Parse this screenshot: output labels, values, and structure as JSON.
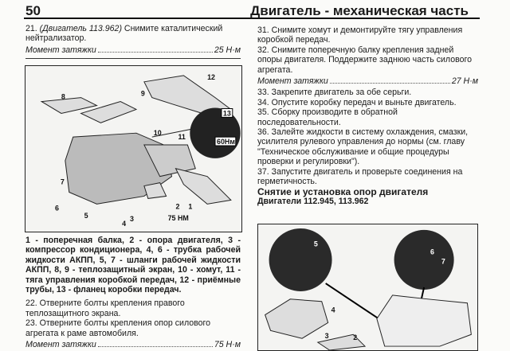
{
  "header": {
    "page_number": "50",
    "title": "Двигатель - механическая часть"
  },
  "left": {
    "step21": "21. (Двигатель 113.962) Снимите каталитический нейтрализатор.",
    "step21_prefix": "21. ",
    "step21_italic": "(Двигатель 113.962)",
    "step21_rest": " Снимите каталитический нейтрализатор.",
    "torque1_label": "Момент затяжки",
    "torque1_value": "25 Н·м",
    "figure1": {
      "labels": [
        "1",
        "2",
        "3",
        "4",
        "5",
        "6",
        "7",
        "8",
        "9",
        "10",
        "11",
        "12",
        "13"
      ],
      "torque_a": "60Нм",
      "torque_b": "75 НМ"
    },
    "caption": "1 - поперечная балка, 2 - опора двигателя, 3 - компрессор кондиционера, 4, 6 - трубка рабочей жидкости АКПП, 5, 7 - шланги рабочей жидкости АКПП, 8, 9 - теплозащитный экран, 10 - хомут, 11 - тяга управления коробкой передач, 12 - приёмные трубы, 13 - фланец коробки передач.",
    "step22": "22. Отверните болты крепления правого теплозащитного экрана.",
    "step23": "23. Отверните болты крепления опор силового агрегата к раме автомобиля.",
    "torque2_label": "Момент затяжки",
    "torque2_value": "75 Н·м"
  },
  "right": {
    "step31": "31. Снимите хомут и демонтируйте тягу управления коробкой передач.",
    "step32": "32. Снимите поперечную балку крепления задней опоры двигателя. Поддержите заднюю часть силового агрегата.",
    "torque_label": "Момент затяжки",
    "torque_value": "27 Н·м",
    "step33": "33. Закрепите двигатель за обе серьги.",
    "step34": "34. Опустите коробку передач и выньте двигатель.",
    "step35": "35. Сборку производите в обратной последовательности.",
    "step36": "36. Залейте жидкости в систему охлаждения, смазки, усилителя рулевого управления до нормы (см. главу \"Техническое обслуживание и общие процедуры проверки и регулировки\").",
    "step37": "37. Запустите двигатель и проверьте соединения на герметичность.",
    "section_title": "Снятие и установка опор двигателя",
    "section_subtitle": "Двигатели 112.945, 113.962",
    "figure2": {
      "labels": [
        "2",
        "3",
        "4",
        "5",
        "6",
        "7"
      ]
    }
  }
}
